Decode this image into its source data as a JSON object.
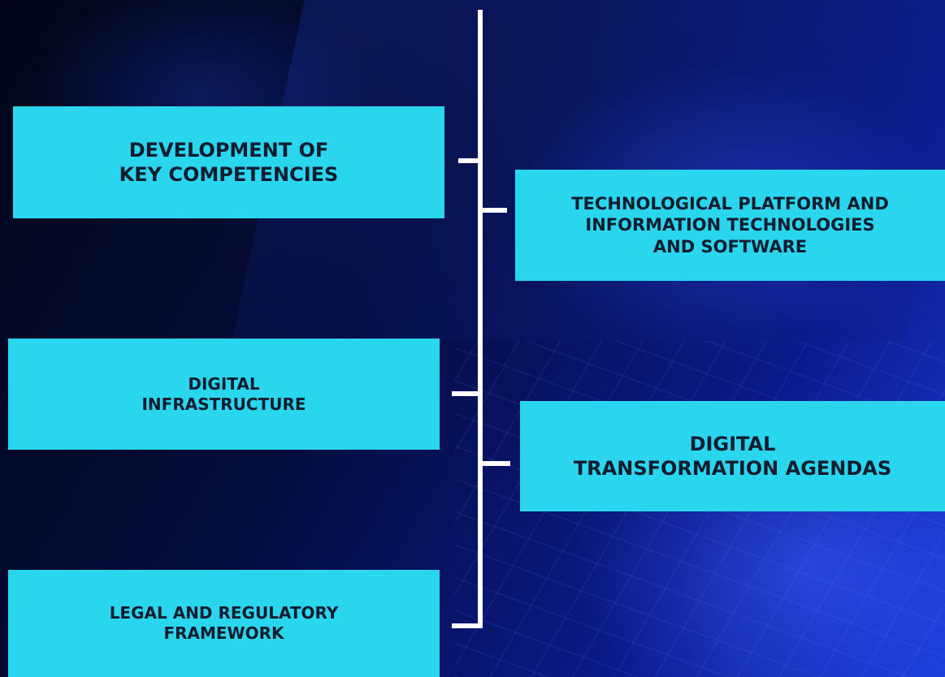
{
  "nodes": {
    "development": "DEVELOPMENT OF\nKEY COMPETENCIES",
    "technological": "TECHNOLOGICAL PLATFORM AND\nINFORMATION TECHNOLOGIES\nAND SOFTWARE",
    "infrastructure": "DIGITAL\nINFRASTRUCTURE",
    "agendas": "DIGITAL\nTRANSFORMATION AGENDAS",
    "legal": "LEGAL AND REGULATORY\nFRAMEWORK"
  },
  "colors": {
    "box": "#29d6ee",
    "text": "#111c2e",
    "connector": "#ffffff",
    "background": "#040c3a"
  }
}
